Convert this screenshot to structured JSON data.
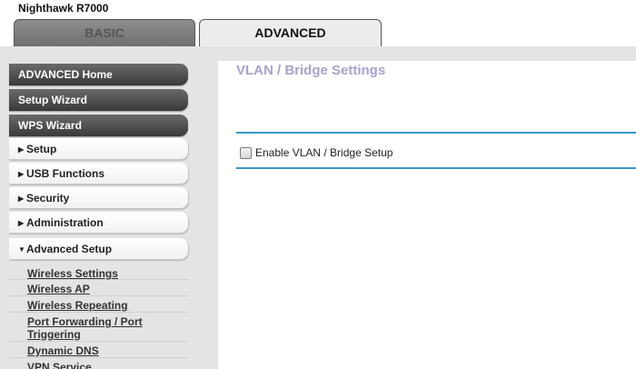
{
  "header": {
    "model": "Nighthawk R7000",
    "tabs": [
      "BASIC",
      "ADVANCED"
    ]
  },
  "sidebar": {
    "main_buttons": [
      "ADVANCED Home",
      "Setup Wizard",
      "WPS Wizard"
    ],
    "sections": [
      "Setup",
      "USB Functions",
      "Security",
      "Administration",
      "Advanced Setup"
    ],
    "submenu": [
      "Wireless Settings",
      "Wireless AP",
      "Wireless Repeating",
      "Port Forwarding / Port",
      "Triggering",
      "Dynamic DNS",
      "VPN Service"
    ]
  },
  "main": {
    "title": "VLAN / Bridge Settings",
    "checkbox_label": "Enable VLAN / Bridge Setup",
    "checkbox_checked": false
  },
  "colors": {
    "title": "#a8a1cf",
    "rule": "#3b97c8",
    "sidebar_bg": "#e4e4e4"
  }
}
